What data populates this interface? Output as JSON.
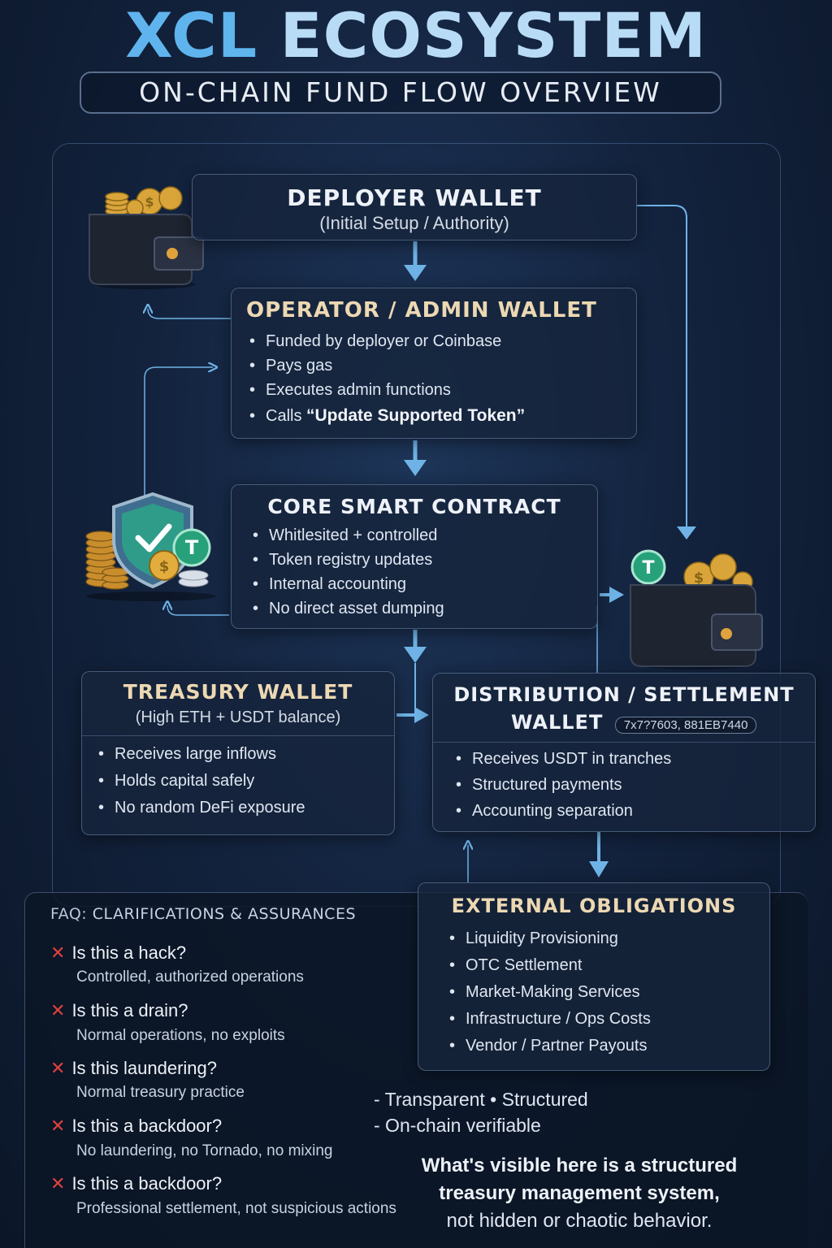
{
  "header": {
    "title_part1": "XCL",
    "title_part2": "ECOSYSTEM",
    "subtitle": "ON-CHAIN FUND FLOW OVERVIEW"
  },
  "deployer": {
    "title": "DEPLOYER WALLET",
    "subtitle": "(Initial Setup / Authority)"
  },
  "operator": {
    "title": "OPERATOR / ADMIN WALLET",
    "items": [
      "Funded by deployer or Coinbase",
      "Pays gas",
      "Executes admin functions"
    ],
    "last_prefix": "Calls ",
    "last_bold": "“Update Supported Token”"
  },
  "core": {
    "title": "CORE SMART CONTRACT",
    "items": [
      "Whitlesited + controlled",
      "Token registry updates",
      "Internal accounting",
      "No direct asset dumping"
    ]
  },
  "treasury": {
    "title": "TREASURY WALLET",
    "subtitle": "(High ETH + USDT balance)",
    "items": [
      "Receives large inflows",
      "Holds capital safely",
      "No random DeFi exposure"
    ]
  },
  "distribution": {
    "title_line1": "DISTRIBUTION / SETTLEMENT",
    "title_line2": "WALLET",
    "address": "7x7?7603, 881EB7440",
    "items": [
      "Receives USDT in tranches",
      "Structured payments",
      "Accounting separation"
    ]
  },
  "external": {
    "title": "EXTERNAL OBLIGATIONS",
    "items": [
      "Liquidity Provisioning",
      "OTC Settlement",
      "Market-Making Services",
      "Infrastructure / Ops Costs",
      "Vendor / Partner Payouts"
    ]
  },
  "faq": {
    "heading_prefix": "FAQ:",
    "heading_rest": " CLARIFICATIONS & ASSURANCES",
    "entries": [
      {
        "q": "Is this a hack?",
        "a": "Controlled, authorized operations"
      },
      {
        "q": "Is this a drain?",
        "a": "Normal operations, no exploits"
      },
      {
        "q": "Is this laundering?",
        "a": "Normal treasury practice"
      },
      {
        "q": "Is this a backdoor?",
        "a": "No laundering, no Tornado, no mixing"
      },
      {
        "q": "Is this a backdoor?",
        "a": "Professional settlement, not suspicious actions"
      }
    ]
  },
  "summary": {
    "line1": "- Transparent • Structured",
    "line2": "- On-chain verifiable",
    "closing_1": "What's visible here is a structured",
    "closing_2": "treasury management system,",
    "closing_3": "not hidden or chaotic behavior."
  },
  "colors": {
    "accent_blue": "#5fb4ee",
    "cream": "#ecd8b2",
    "arrow": "#6fb3e6",
    "x_red": "#e0413e"
  },
  "icons": [
    "deployer-wallet-icon",
    "shield-coins-icon",
    "settlement-wallet-icon",
    "x-icon"
  ]
}
